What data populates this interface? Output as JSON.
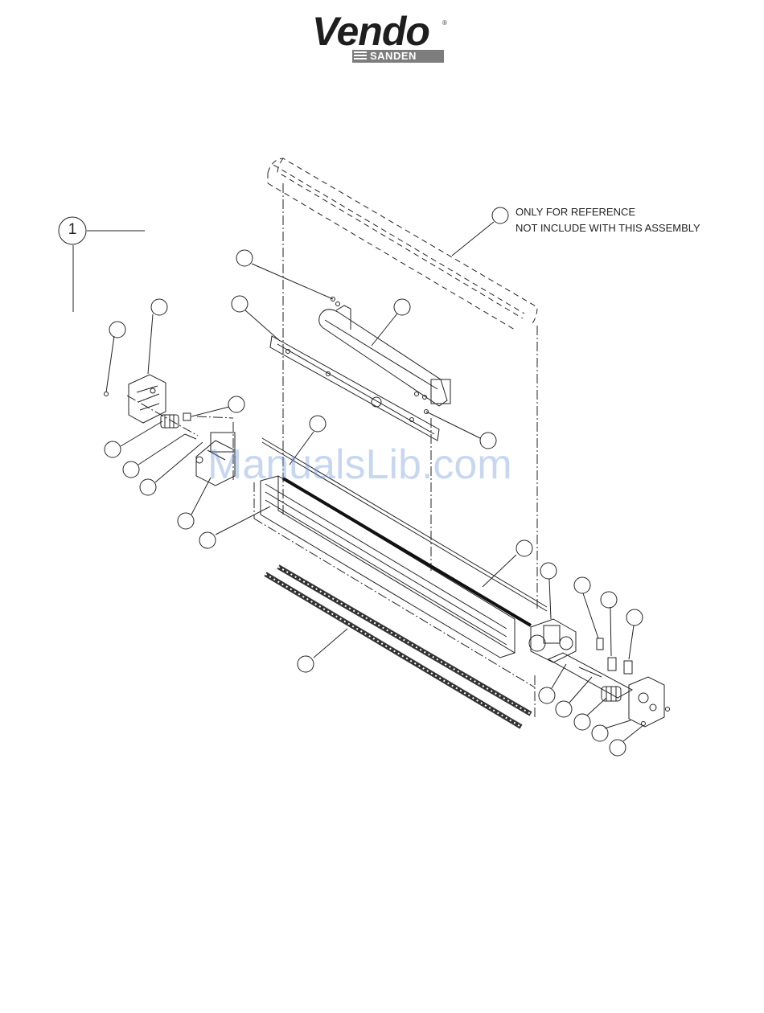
{
  "logo": {
    "brand": "Vendo",
    "registered": "®",
    "sub_brand": "SANDEN"
  },
  "reference_note": {
    "line1": "ONLY FOR REFERENCE",
    "line2": "NOT INCLUDE WITH THIS ASSEMBLY"
  },
  "main_callout": {
    "number": "1"
  },
  "watermark": {
    "text": "ManualsLib.com"
  },
  "colors": {
    "line": "#222222",
    "logo_grey": "#7d7d7d",
    "watermark": "#6e96d7"
  }
}
